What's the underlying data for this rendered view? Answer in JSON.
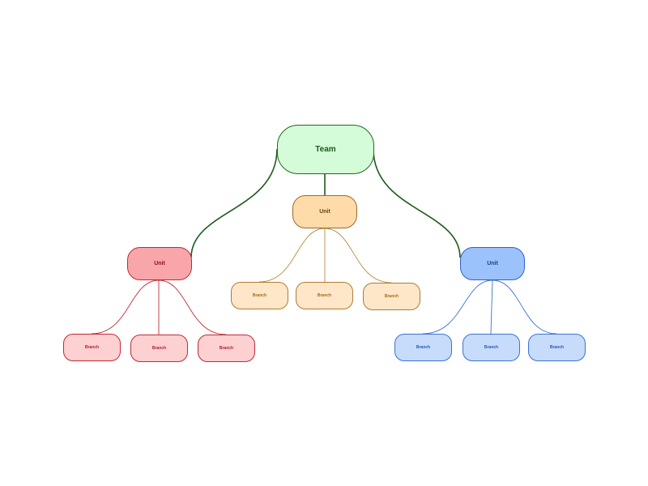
{
  "diagram": {
    "root": {
      "label": "Team"
    },
    "units": [
      {
        "label": "Unit",
        "branches": [
          "Branch",
          "Branch",
          "Branch"
        ]
      },
      {
        "label": "Unit",
        "branches": [
          "Branch",
          "Branch",
          "Branch"
        ]
      },
      {
        "label": "Unit",
        "branches": [
          "Branch",
          "Branch",
          "Branch"
        ]
      }
    ]
  },
  "colors": {
    "root_fill": "#d5fcd8",
    "root_stroke": "#1e6a1e",
    "red_fill": "#f8a6aa",
    "red_stroke": "#c22a34",
    "orange_fill": "#fedba9",
    "orange_stroke": "#9a6a28",
    "blue_fill": "#9cc2fb",
    "blue_stroke": "#2d63c7"
  }
}
